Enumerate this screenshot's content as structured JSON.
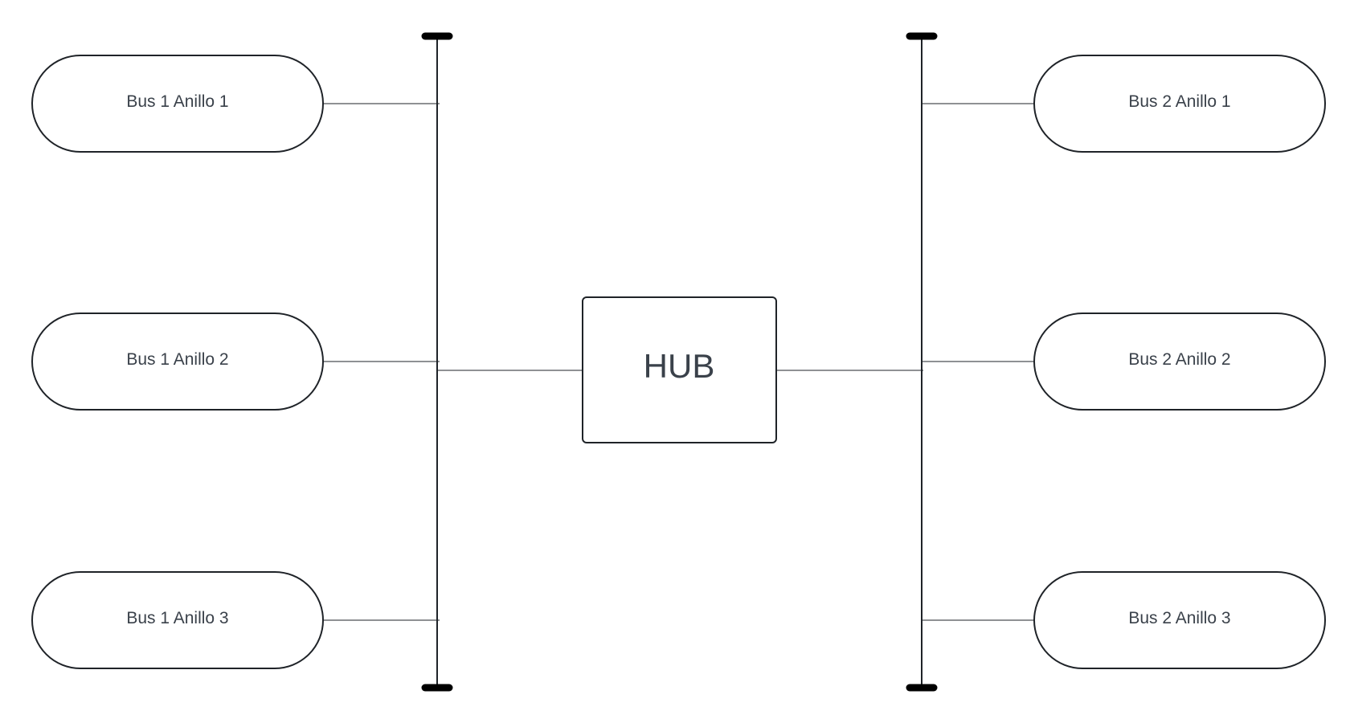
{
  "diagram": {
    "hub": {
      "label": "HUB"
    },
    "bus1": {
      "nodes": [
        {
          "label": "Bus 1 Anillo 1"
        },
        {
          "label": "Bus 1 Anillo 2"
        },
        {
          "label": "Bus 1 Anillo 3"
        }
      ]
    },
    "bus2": {
      "nodes": [
        {
          "label": "Bus 2 Anillo 1"
        },
        {
          "label": "Bus 2 Anillo 2"
        },
        {
          "label": "Bus 2 Anillo 3"
        }
      ]
    },
    "colors": {
      "stroke": "#1f2328",
      "text": "#3a414a",
      "background": "#ffffff"
    }
  }
}
